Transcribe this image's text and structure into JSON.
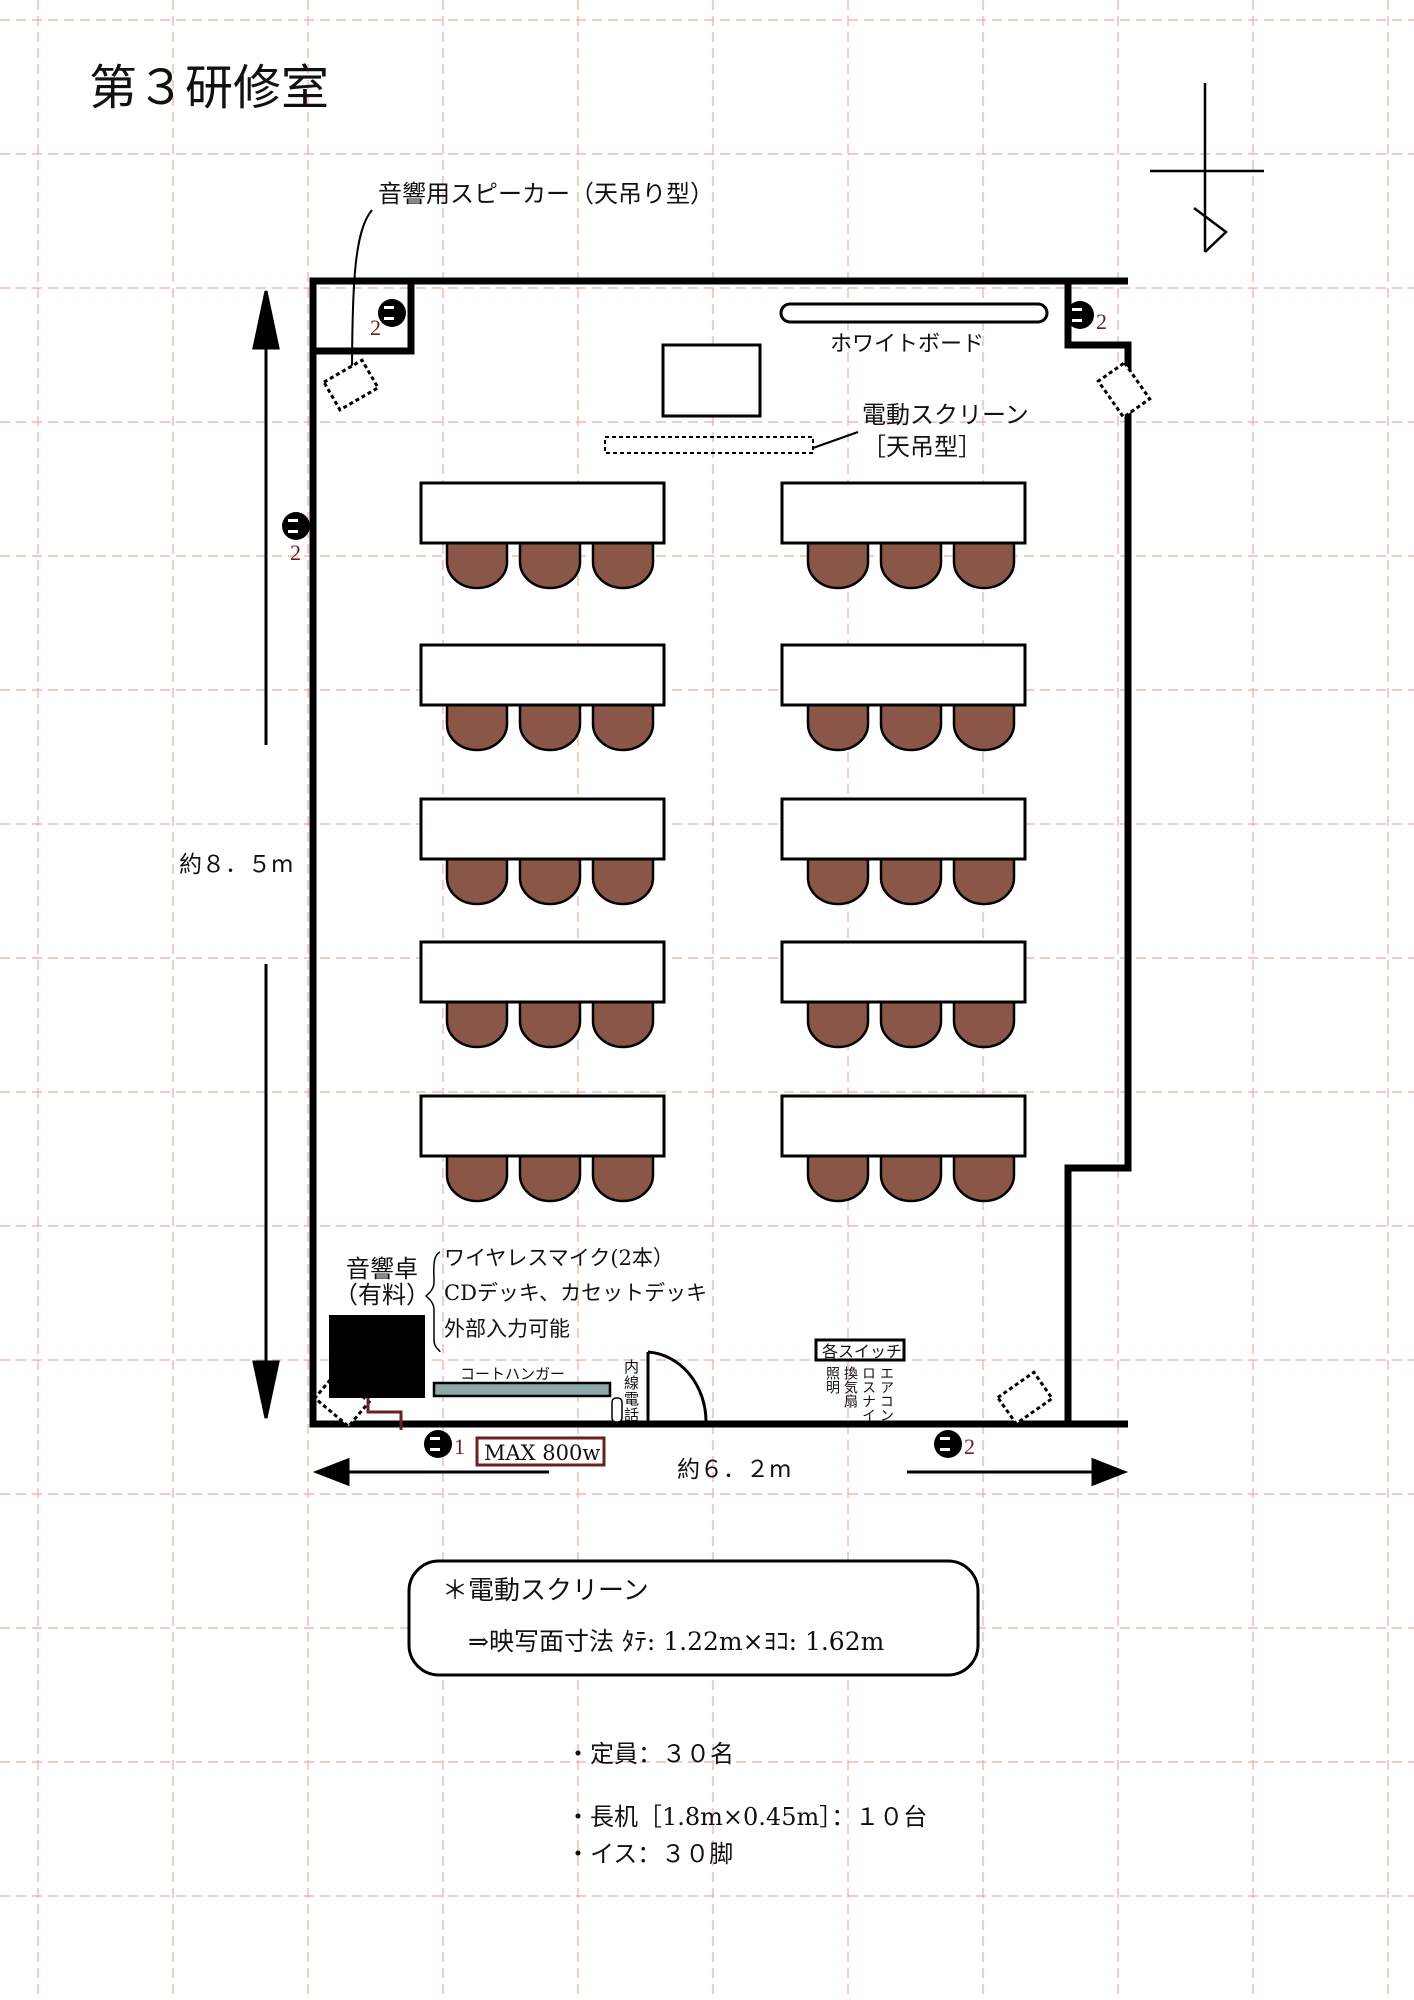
{
  "title": "第３研修室",
  "labels": {
    "speaker_note": "音響用スピーカー（天吊り型）",
    "whiteboard": "ホワイトボード",
    "screen_line1": "電動スクリーン",
    "screen_line2": "［天吊型］",
    "height_dim": "約８．５m",
    "width_dim": "約６．２m",
    "sound_desk_line1": "音響卓",
    "sound_desk_line2": "（有料）",
    "equip_1": "ワイヤレスマイク(2本）",
    "equip_2": "CDデッキ、カセットデッキ",
    "equip_3": "外部入力可能",
    "coat_hanger": "コートハンガー",
    "phone": [
      "内",
      "線",
      "電",
      "話"
    ],
    "switches": "各スイッチ",
    "switch_cols": [
      "照明",
      "換気扇",
      "ロスナイ",
      "エアコン"
    ],
    "max_power": "MAX 800w"
  },
  "outlets": [
    {
      "name": "outlet-top-left",
      "count": "2"
    },
    {
      "name": "outlet-top-right",
      "count": "2"
    },
    {
      "name": "outlet-left-wall",
      "count": "2"
    },
    {
      "name": "outlet-bottom-left",
      "count": "1"
    },
    {
      "name": "outlet-bottom-right",
      "count": "2"
    }
  ],
  "layout": {
    "desk_rows": 5,
    "desk_cols": 2,
    "chairs_per_desk": 3
  },
  "note": {
    "line1": "＊電動スクリーン",
    "line2": "⇒映写面寸法 ﾀﾃ: 1.22m×ﾖｺ: 1.62m"
  },
  "specs": [
    "・定員：３０名",
    "・長机［1.8m×0.45m］：１０台",
    "・イス：３０脚"
  ],
  "colors": {
    "grid": "#f4a9a0",
    "chair": "#8a5648",
    "hanger": "#8fa8a8",
    "wall": "#000000"
  }
}
